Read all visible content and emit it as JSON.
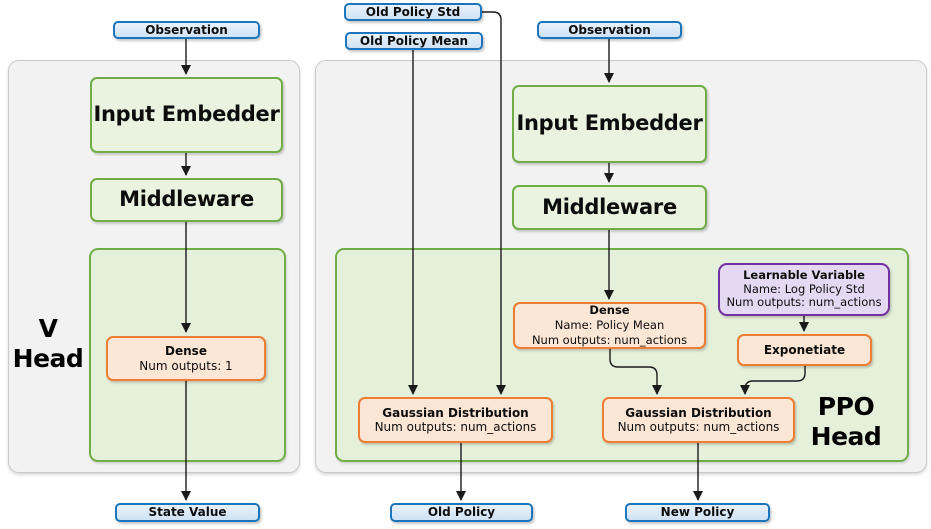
{
  "diagram": {
    "io": {
      "observation_v": "Observation",
      "old_policy_std": "Old Policy Std",
      "old_policy_mean": "Old Policy Mean",
      "observation_ppo": "Observation",
      "state_value": "State Value",
      "old_policy": "Old Policy",
      "new_policy": "New Policy"
    },
    "layers": {
      "input_embedder_v": "Input Embedder",
      "middleware_v": "Middleware",
      "input_embedder_ppo": "Input Embedder",
      "middleware_ppo": "Middleware"
    },
    "blocks": {
      "dense_v": {
        "title": "Dense",
        "line1": "Num outputs: 1"
      },
      "dense_ppo": {
        "title": "Dense",
        "line1": "Name: Policy Mean",
        "line2": "Num outputs: num_actions"
      },
      "learnable_variable": {
        "title": "Learnable Variable",
        "line1": "Name: Log Policy Std",
        "line2": "Num outputs: num_actions"
      },
      "exponetiate": {
        "title": "Exponetiate"
      },
      "gaussian_old": {
        "title": "Gaussian Distribution",
        "line1": "Num outputs: num_actions"
      },
      "gaussian_new": {
        "title": "Gaussian Distribution",
        "line1": "Num outputs: num_actions"
      }
    },
    "heads": {
      "v_head": {
        "line1": "V",
        "line2": "Head"
      },
      "ppo_head": {
        "line1": "PPO",
        "line2": "Head"
      }
    },
    "colors": {
      "io_border": "#1b75bc",
      "io_fill": "#dbe9f7",
      "layer_border": "#70ad47",
      "layer_fill": "#e9f3e0",
      "container_fill": "#e5f0da",
      "block_border": "#ed7d31",
      "block_fill": "#fce6d5",
      "variable_border": "#7030a0",
      "variable_fill": "#e5d8f2",
      "panel_fill": "#f2f2f2",
      "panel_border": "#c9c9c9",
      "arrow": "#1a1a1a"
    }
  }
}
